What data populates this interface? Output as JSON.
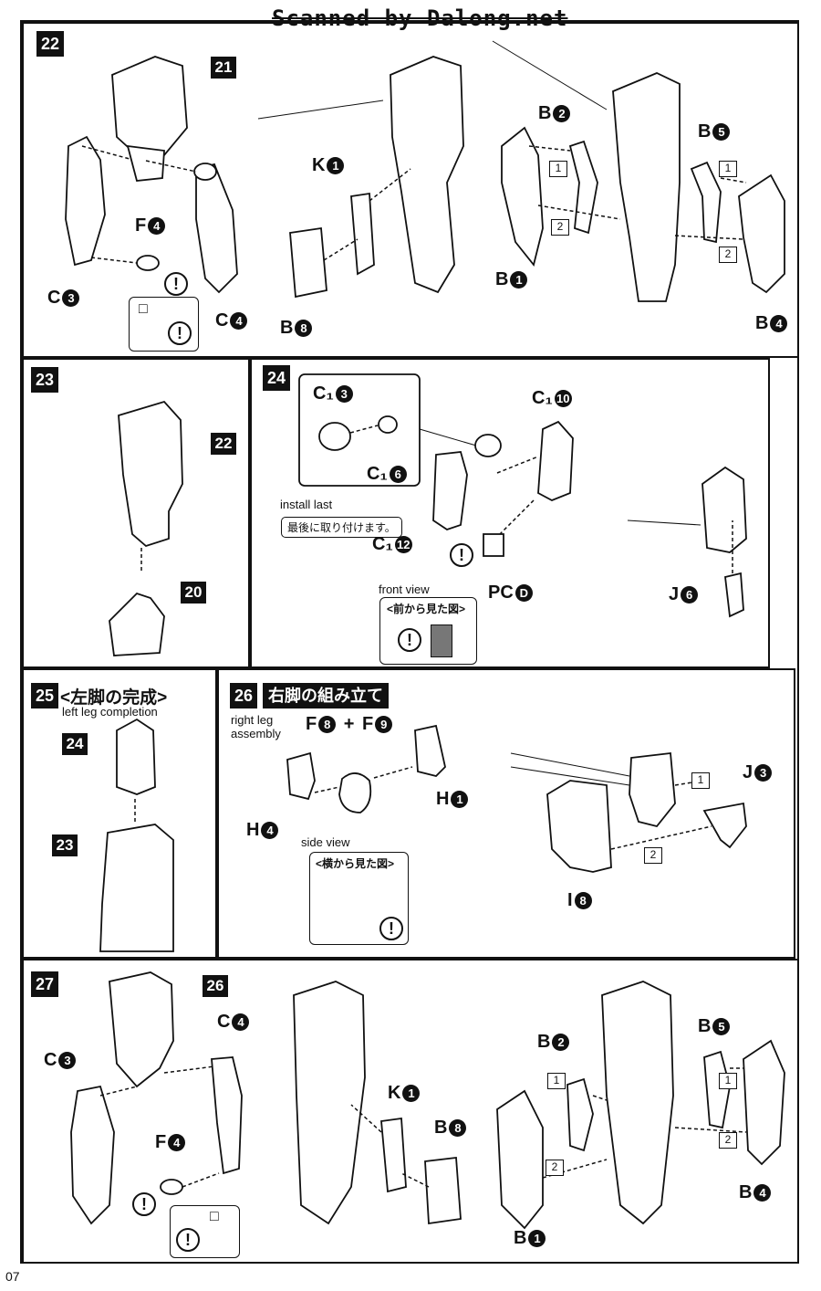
{
  "watermark": "Scanned by Dalong.net",
  "page_number": "07",
  "steps": {
    "s22": {
      "num": "22",
      "ref": "21",
      "labels": {
        "c3": "C",
        "c3n": "3",
        "c4": "C",
        "c4n": "4",
        "f4": "F",
        "f4n": "4",
        "k1": "K",
        "k1n": "1",
        "b8": "B",
        "b8n": "8",
        "b2": "B",
        "b2n": "2",
        "b1": "B",
        "b1n": "1",
        "b5": "B",
        "b5n": "5",
        "b4": "B",
        "b4n": "4"
      },
      "order": [
        "1",
        "2",
        "1",
        "2"
      ]
    },
    "s23": {
      "num": "23",
      "ref_top": "22",
      "ref_bottom": "20"
    },
    "s24": {
      "num": "24",
      "labels": {
        "c1_3": "C₁",
        "c1_3n": "3",
        "c1_6": "C₁",
        "c1_6n": "6",
        "c1_10": "C₁",
        "c1_10n": "10",
        "c1_12": "C₁",
        "c1_12n": "12",
        "pcd": "PC",
        "pcdn": "D",
        "j6": "J",
        "j6n": "6"
      },
      "install_last_en": "install last",
      "install_last_jp": "最後に取り付けます。",
      "front_view_en": "front view",
      "front_view_jp": "<前から見た図>"
    },
    "s25": {
      "num": "25",
      "title_jp": "<左脚の完成>",
      "title_en": "left leg completion",
      "ref_top": "24",
      "ref_bottom": "23"
    },
    "s26": {
      "num": "26",
      "title_jp": "右脚の組み立て",
      "title_en_1": "right leg",
      "title_en_2": "assembly",
      "labels": {
        "f8": "F",
        "f8n": "8",
        "plus": "+",
        "f9": "F",
        "f9n": "9",
        "h4": "H",
        "h4n": "4",
        "h1": "H",
        "h1n": "1",
        "j3": "J",
        "j3n": "3",
        "i8": "I",
        "i8n": "8"
      },
      "side_view_en": "side view",
      "side_view_jp": "<横から見た図>",
      "order": [
        "1",
        "2"
      ]
    },
    "s27": {
      "num": "27",
      "ref": "26",
      "labels": {
        "c3": "C",
        "c3n": "3",
        "c4": "C",
        "c4n": "4",
        "f4": "F",
        "f4n": "4",
        "k1": "K",
        "k1n": "1",
        "b8": "B",
        "b8n": "8",
        "b2": "B",
        "b2n": "2",
        "b1": "B",
        "b1n": "1",
        "b5": "B",
        "b5n": "5",
        "b4": "B",
        "b4n": "4"
      },
      "order": [
        "1",
        "2",
        "1",
        "2"
      ]
    }
  },
  "icons": {
    "caution": "!",
    "square": "□"
  }
}
